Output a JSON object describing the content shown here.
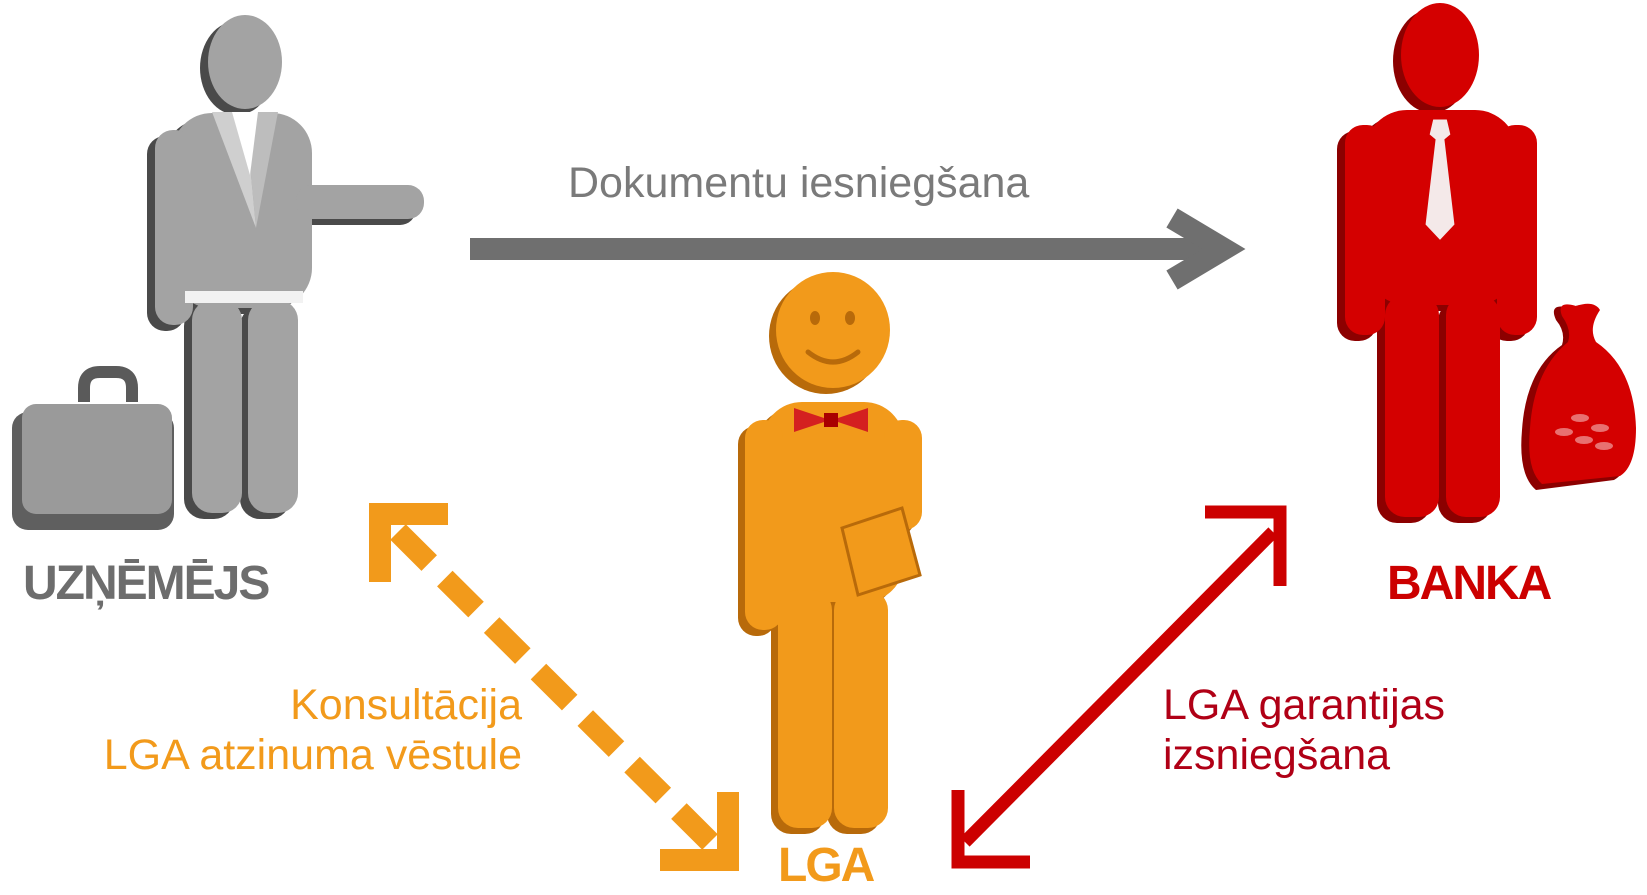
{
  "actors": {
    "entrepreneur": "UZŅĒMĒJS",
    "bank": "BANKA",
    "lga": "LGA"
  },
  "flows": {
    "documents": "Dokumentu iesniegšana",
    "consultation": [
      "Konsultācija",
      "LGA atzinuma vēstule"
    ],
    "guarantee": [
      "LGA garantijas",
      "izsniegšana"
    ]
  },
  "colors": {
    "entrepreneur": "#9a9a9a",
    "bank": "#cc0000",
    "lga": "#f29a1b",
    "arrow_grey": "#6f6f6f"
  }
}
